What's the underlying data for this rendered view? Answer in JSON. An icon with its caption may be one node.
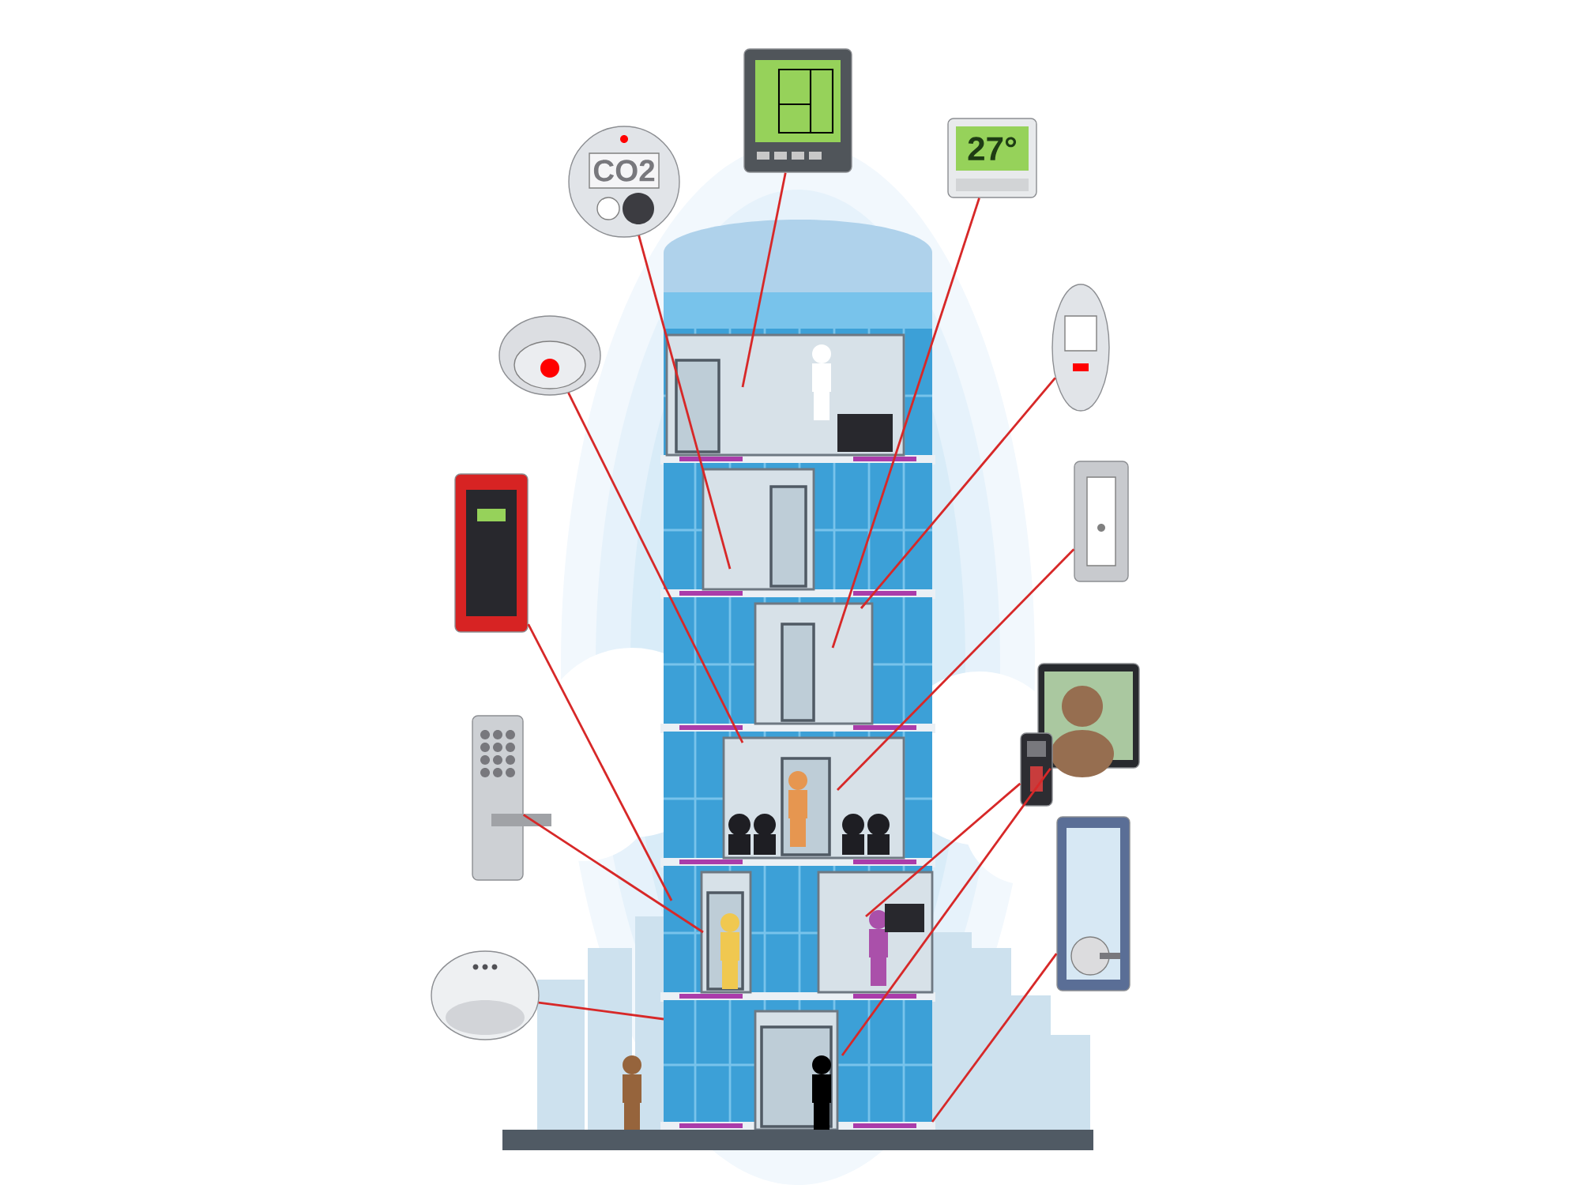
{
  "diagram": {
    "nodes": [
      {
        "text": [],
        "shape": "picture"
      },
      {
        "text": [],
        "shape": "picture"
      },
      {
        "text": [],
        "shape": "picture"
      },
      {
        "text": [],
        "shape": "picture"
      },
      {
        "text": [],
        "shape": "picture"
      },
      {
        "text": [],
        "shape": "picture"
      },
      {
        "text": [],
        "shape": "picture"
      },
      {
        "text": [],
        "shape": "picture"
      },
      {
        "text": [],
        "shape": "picture"
      },
      {
        "text": [],
        "shape": "picture"
      },
      {
        "text": [],
        "shape": "picture"
      },
      {
        "text": [],
        "shape": "picture"
      }
    ],
    "edges": [
      {
        "from": 0,
        "to": null,
        "arrow": "none"
      },
      {
        "from": 1,
        "to": null,
        "arrow": "none"
      },
      {
        "from": 2,
        "to": null,
        "arrow": "none"
      },
      {
        "from": 3,
        "to": null,
        "arrow": "none"
      },
      {
        "from": 4,
        "to": null,
        "arrow": "none"
      },
      {
        "from": 5,
        "to": null,
        "arrow": "none"
      },
      {
        "from": 6,
        "to": null,
        "arrow": "none"
      },
      {
        "from": 7,
        "to": null,
        "arrow": "none"
      },
      {
        "from": 8,
        "to": null,
        "arrow": "none"
      },
      {
        "from": 9,
        "to": null,
        "arrow": "none"
      },
      {
        "from": 10,
        "to": null,
        "arrow": "none"
      },
      {
        "from": 11,
        "to": null,
        "arrow": "none"
      }
    ],
    "labels": [
      "CO2",
      "27°"
    ]
  }
}
